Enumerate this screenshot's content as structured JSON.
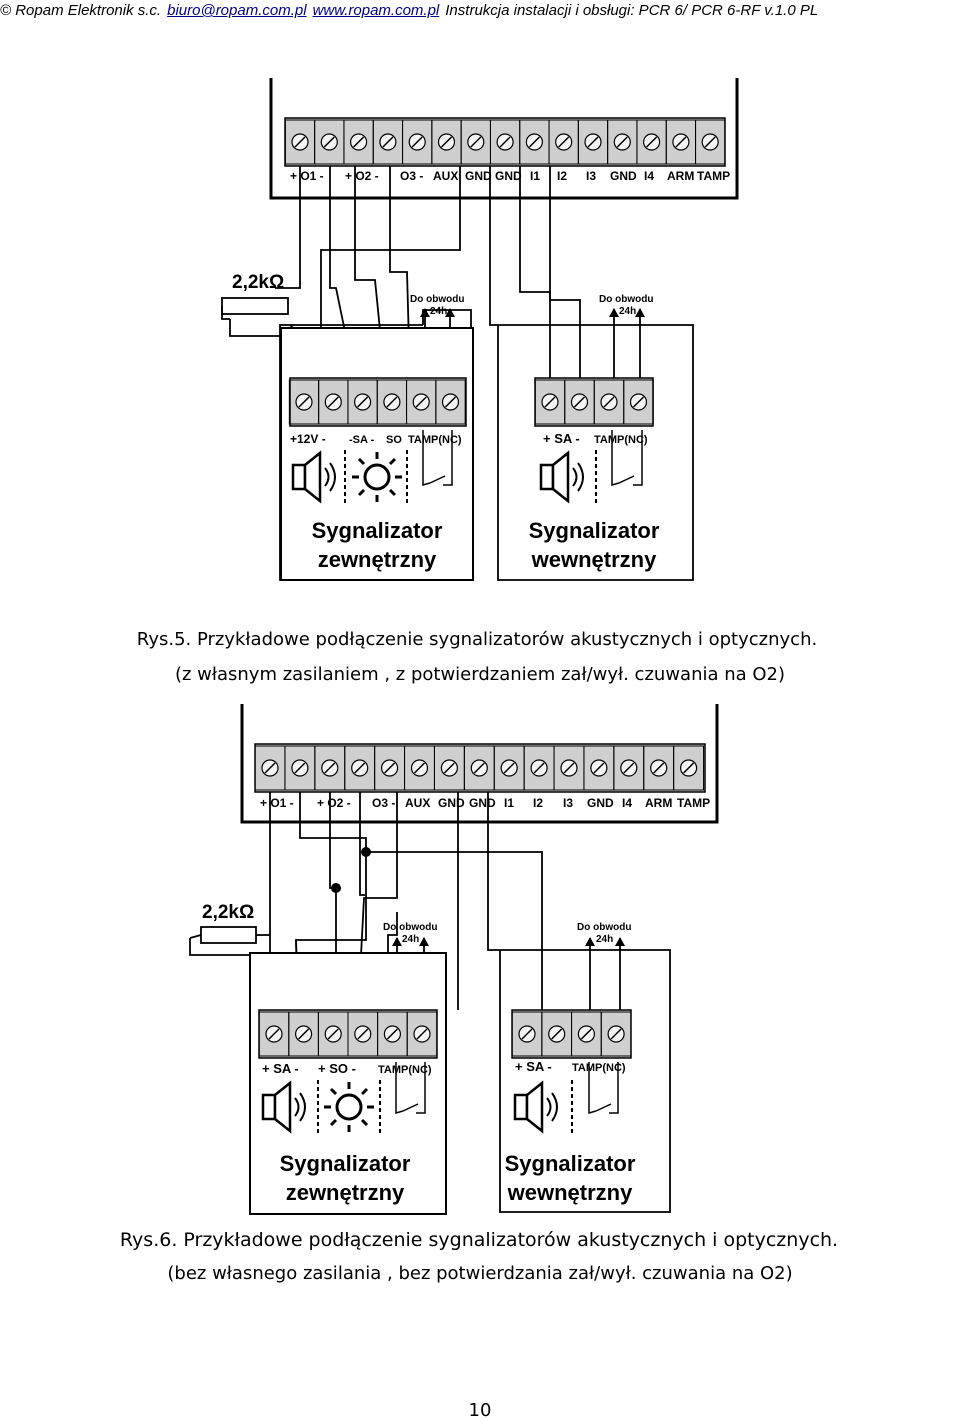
{
  "header": {
    "copyright": "© Ropam Elektronik s.c.",
    "email": "biuro@ropam.com.pl",
    "website": "www.ropam.com.pl",
    "manual_title": "Instrukcja instalacji i obsługi: PCR 6/ PCR 6-RF  v.1.0 PL"
  },
  "figure5": {
    "panel_terminals": [
      "+ O1 -",
      "+ O2 -",
      "O3 -",
      "AUX",
      "GND",
      "GND",
      "I1",
      "I2",
      "I3",
      "GND",
      "I4",
      "ARM",
      "TAMP"
    ],
    "resistor_label": "2,2kΩ",
    "circuit_note_line1": "Do obwodu",
    "circuit_note_line2": "24h",
    "external_terminals": [
      "+12V -",
      "-SA -",
      "SO",
      "TAMP(NC)"
    ],
    "internal_terminals": [
      "+ SA -",
      "TAMP(NC)"
    ],
    "external_title_1": "Sygnalizator",
    "external_title_2": "zewnętrzny",
    "internal_title_1": "Sygnalizator",
    "internal_title_2": "wewnętrzny"
  },
  "figure6": {
    "panel_terminals": [
      "+ O1 -",
      "+ O2 -",
      "O3 -",
      "AUX",
      "GND",
      "GND",
      "I1",
      "I2",
      "I3",
      "GND",
      "I4",
      "ARM",
      "TAMP"
    ],
    "resistor_label": "2,2kΩ",
    "circuit_note_line1": "Do obwodu",
    "circuit_note_line2": "24h",
    "external_terminals": [
      "+ SA -",
      "+ SO -",
      "TAMP(NC)"
    ],
    "internal_terminals": [
      "+ SA -",
      "TAMP(NC)"
    ],
    "external_title_1": "Sygnalizator",
    "external_title_2": "zewnętrzny",
    "internal_title_1": "Sygnalizator",
    "internal_title_2": "wewnętrzny"
  },
  "captions": {
    "fig5_line1": "Rys.5. Przykładowe podłączenie sygnalizatorów akustycznych i optycznych.",
    "fig5_line2": "(z własnym zasilaniem , z  potwierdzaniem zał/wył. czuwania na O2)",
    "fig6_line1": "Rys.6. Przykładowe podłączenie sygnalizatorów akustycznych i optycznych.",
    "fig6_line2": "(bez własnego  zasilania , bez  potwierdzania zał/wył. czuwania na O2)"
  },
  "page_number": "10"
}
